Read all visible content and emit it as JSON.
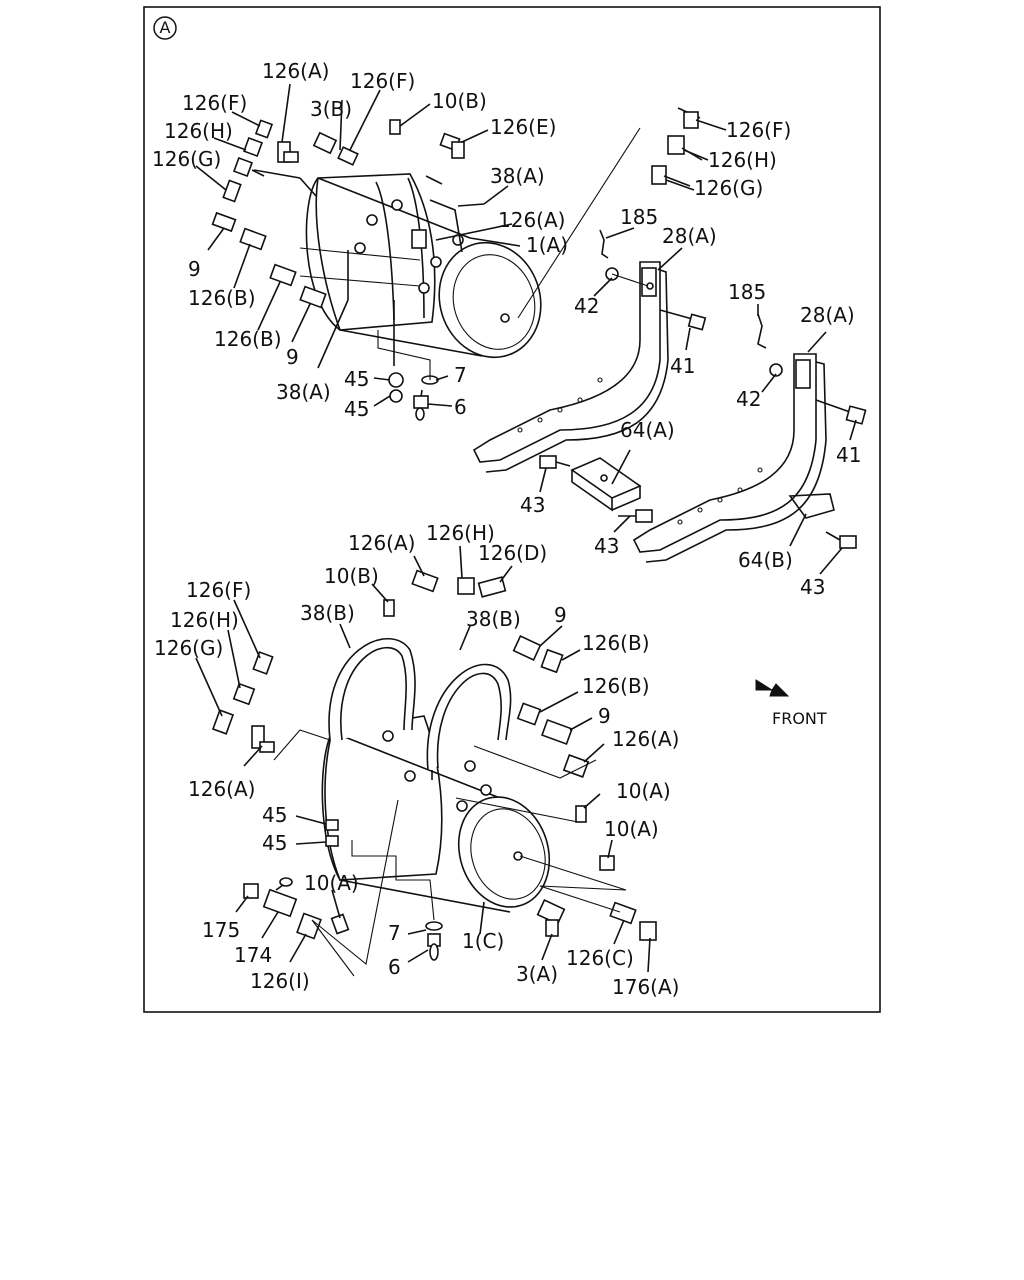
{
  "section_marker": "A",
  "front_label": "FRONT",
  "callouts": {
    "c126A_1": "126(A)",
    "c126F_1": "126(F)",
    "c3B": "3(B)",
    "c10B_1": "10(B)",
    "c126F_2": "126(F)",
    "c126H_1": "126(H)",
    "c126G_1": "126(G)",
    "c126E": "126(E)",
    "c38A_1": "38(A)",
    "c126A_2": "126(A)",
    "c1A": "1(A)",
    "c126F_3": "126(F)",
    "c126H_2": "126(H)",
    "c126G_2": "126(G)",
    "c9_1": "9",
    "c126B_1": "126(B)",
    "c126B_2": "126(B)",
    "c9_2": "9",
    "c38A_2": "38(A)",
    "c45_1": "45",
    "c45_2": "45",
    "c7_1": "7",
    "c6_1": "6",
    "c185_1": "185",
    "c28A_1": "28(A)",
    "c42_1": "42",
    "c41_1": "41",
    "c185_2": "185",
    "c28A_2": "28(A)",
    "c42_2": "42",
    "c41_2": "41",
    "c64A": "64(A)",
    "c43_1": "43",
    "c43_2": "43",
    "c64B": "64(B)",
    "c43_3": "43",
    "c126A_3": "126(A)",
    "c126H_3": "126(H)",
    "c126D": "126(D)",
    "c10B_2": "10(B)",
    "c126F_4": "126(F)",
    "c126H_4": "126(H)",
    "c126G_3": "126(G)",
    "c38B_1": "38(B)",
    "c38B_2": "38(B)",
    "c9_3": "9",
    "c126B_3": "126(B)",
    "c126B_4": "126(B)",
    "c9_4": "9",
    "c126A_4": "126(A)",
    "c126A_5": "126(A)",
    "c10A_1": "10(A)",
    "c10A_2": "10(A)",
    "c45_3": "45",
    "c45_4": "45",
    "c10A_3": "10(A)",
    "c175": "175",
    "c174": "174",
    "c126I": "126(I)",
    "c7_2": "7",
    "c6_2": "6",
    "c1C": "1(C)",
    "c3A": "3(A)",
    "c126C": "126(C)",
    "c176A": "176(A)"
  },
  "icons": {
    "front_arrow": "front-arrow-icon",
    "section_marker": "circled-letter-icon"
  }
}
